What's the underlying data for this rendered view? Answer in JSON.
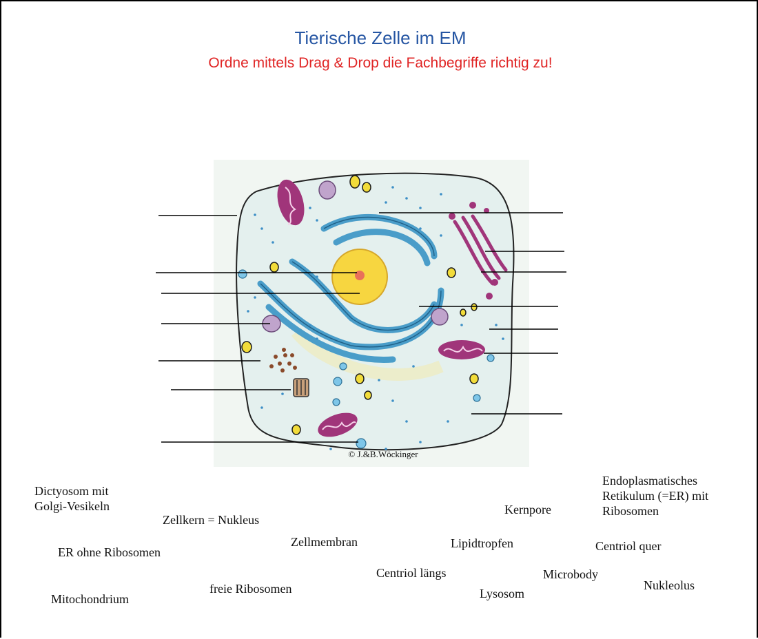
{
  "header": {
    "title": "Tierische Zelle im EM",
    "subtitle": "Ordne mittels Drag & Drop die Fachbegriffe richtig zu!"
  },
  "figure": {
    "copyright": "© J.&B.Wöckinger"
  },
  "terms": {
    "dictyosom_line1": "Dictyosom mit",
    "dictyosom_line2": "Golgi-Vesikeln",
    "zellkern": "Zellkern = Nukleus",
    "er_ohne": "ER ohne Ribosomen",
    "zellmembran": "Zellmembran",
    "mitochondrium": "Mitochondrium",
    "freie_ribosomen": "freie Ribosomen",
    "centriol_laengs": "Centriol längs",
    "lipidtropfen": "Lipidtropfen",
    "kernpore": "Kernpore",
    "lysosom": "Lysosom",
    "microbody": "Microbody",
    "er_line1": "Endoplasmatisches",
    "er_line2": "Retikulum (=ER) mit",
    "er_line3": "Ribosomen",
    "centriol_quer": "Centriol quer",
    "nukleolus": "Nukleolus"
  },
  "colors": {
    "title": "#2656a3",
    "subtitle": "#e02424",
    "cytoplasm": "#e4f0ee",
    "er": "#5aaed6",
    "nucleus": "#f7d640",
    "mitochondrion": "#a0357a",
    "lipid": "#f2dc3a",
    "lysosome": "#c0a4cc"
  }
}
